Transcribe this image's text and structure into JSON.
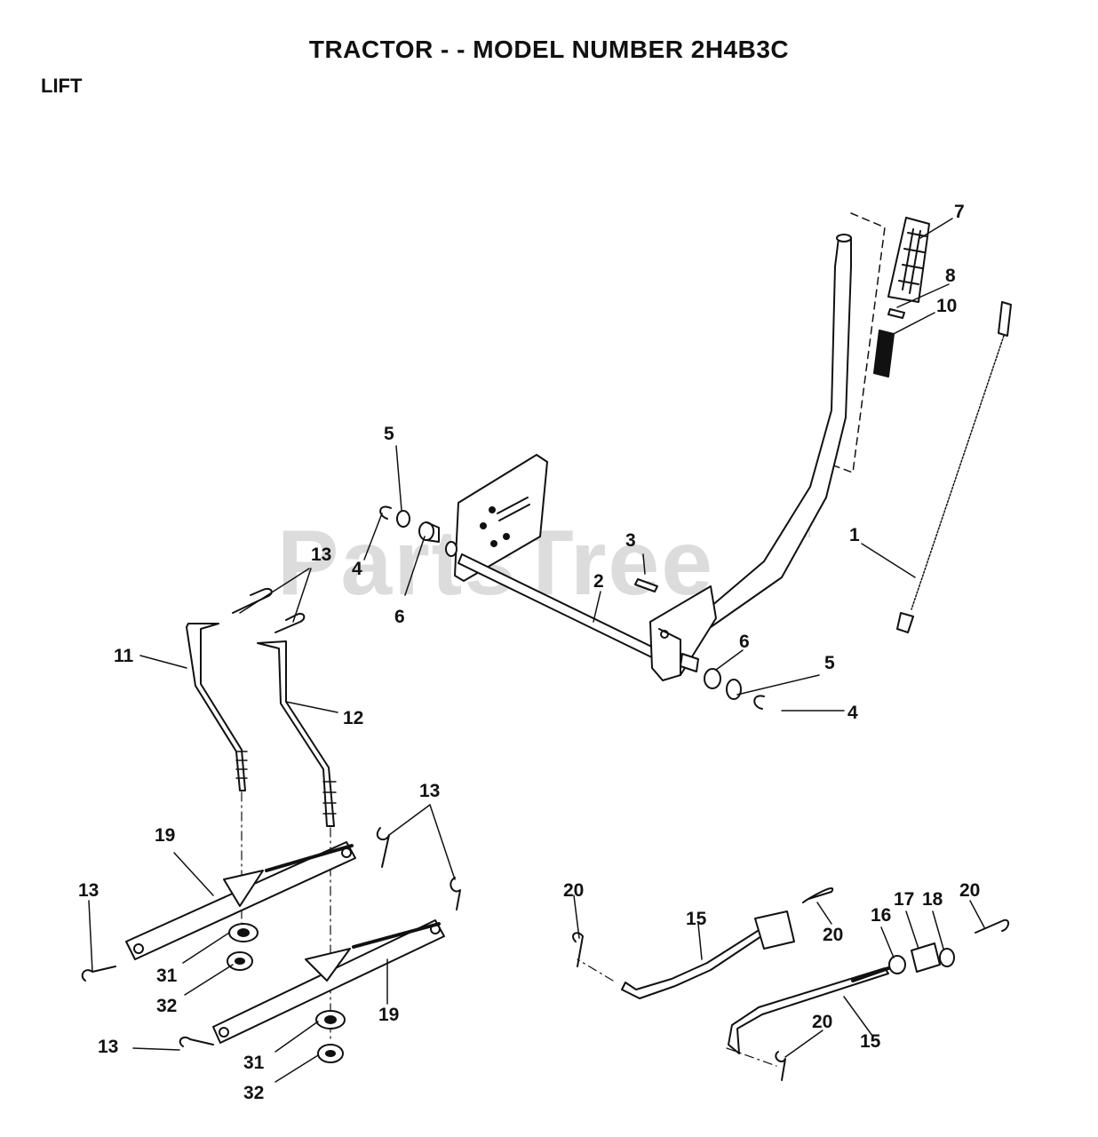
{
  "header": {
    "title": "TRACTOR - - MODEL NUMBER 2H4B3C",
    "section": "LIFT"
  },
  "watermark": {
    "text": "PartsTree",
    "tm": "TM"
  },
  "callouts": [
    {
      "id": "c1",
      "text": "1"
    },
    {
      "id": "c2",
      "text": "2"
    },
    {
      "id": "c3",
      "text": "3"
    },
    {
      "id": "c4a",
      "text": "4"
    },
    {
      "id": "c4b",
      "text": "4"
    },
    {
      "id": "c5a",
      "text": "5"
    },
    {
      "id": "c5b",
      "text": "5"
    },
    {
      "id": "c6a",
      "text": "6"
    },
    {
      "id": "c6b",
      "text": "6"
    },
    {
      "id": "c7",
      "text": "7"
    },
    {
      "id": "c8",
      "text": "8"
    },
    {
      "id": "c10",
      "text": "10"
    },
    {
      "id": "c11",
      "text": "11"
    },
    {
      "id": "c12",
      "text": "12"
    },
    {
      "id": "c13a",
      "text": "13"
    },
    {
      "id": "c13b",
      "text": "13"
    },
    {
      "id": "c13c",
      "text": "13"
    },
    {
      "id": "c13d",
      "text": "13"
    },
    {
      "id": "c15a",
      "text": "15"
    },
    {
      "id": "c15b",
      "text": "15"
    },
    {
      "id": "c16",
      "text": "16"
    },
    {
      "id": "c17",
      "text": "17"
    },
    {
      "id": "c18",
      "text": "18"
    },
    {
      "id": "c19a",
      "text": "19"
    },
    {
      "id": "c19b",
      "text": "19"
    },
    {
      "id": "c20a",
      "text": "20"
    },
    {
      "id": "c20b",
      "text": "20"
    },
    {
      "id": "c20c",
      "text": "20"
    },
    {
      "id": "c20d",
      "text": "20"
    },
    {
      "id": "c31a",
      "text": "31"
    },
    {
      "id": "c31b",
      "text": "31"
    },
    {
      "id": "c32a",
      "text": "32"
    },
    {
      "id": "c32b",
      "text": "32"
    }
  ]
}
